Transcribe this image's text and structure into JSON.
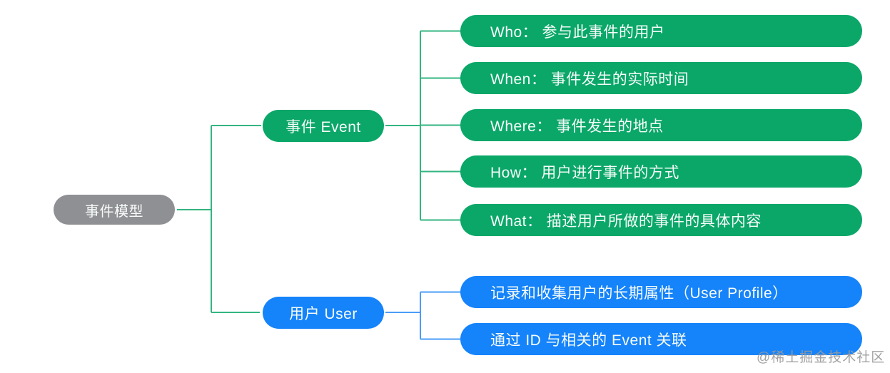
{
  "diagram": {
    "type": "mindmap",
    "root": {
      "label": "事件模型"
    },
    "branches": [
      {
        "id": "event",
        "label": "事件 Event",
        "color": "green",
        "children": [
          "Who： 参与此事件的用户",
          "When： 事件发生的实际时间",
          "Where： 事件发生的地点",
          "How： 用户进行事件的方式",
          "What： 描述用户所做的事件的具体内容"
        ]
      },
      {
        "id": "user",
        "label": "用户 User",
        "color": "blue",
        "children": [
          "记录和收集用户的长期属性（User Profile）",
          "通过 ID 与相关的 Event 关联"
        ]
      }
    ]
  },
  "watermark": "@稀土掘金技术社区",
  "colors": {
    "green_node": "#0aa768",
    "blue_node": "#1583fa",
    "gray_root": "#8f9094",
    "green_line": "#33b581",
    "blue_line": "#4b9cf8",
    "node_text": "#f7fcfa",
    "watermark_gray": "#9b9b9b",
    "background": "#ffffff"
  }
}
